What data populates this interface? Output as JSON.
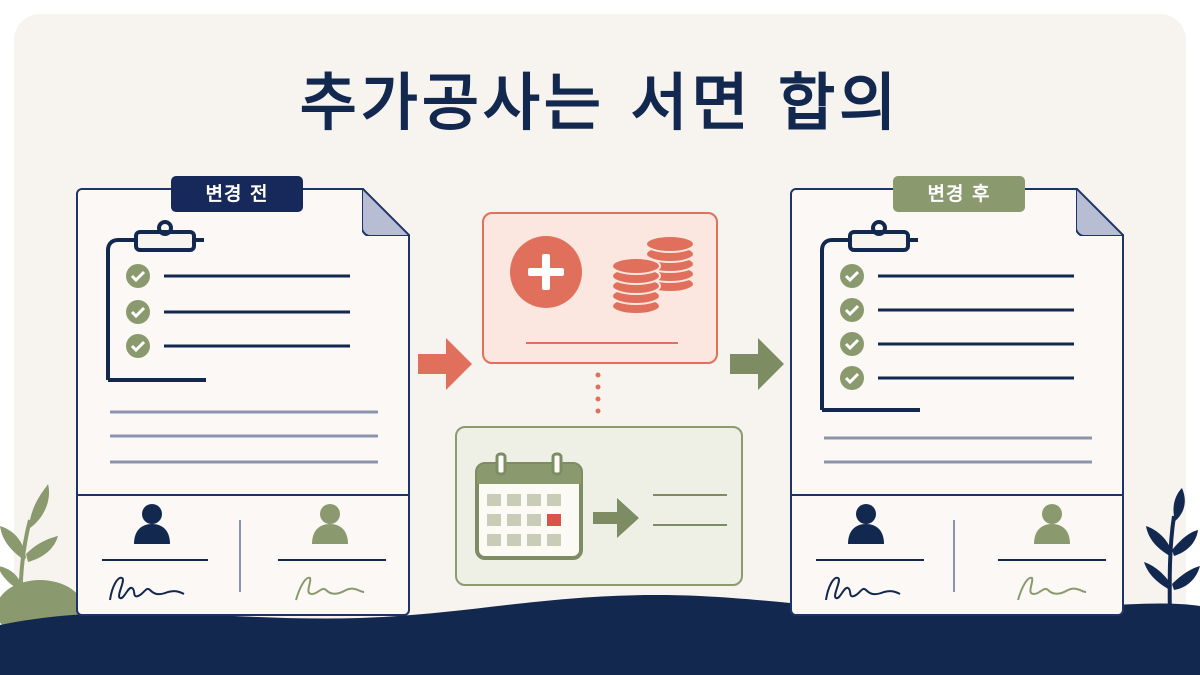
{
  "title": "추가공사는 서면 합의",
  "documents": {
    "before": {
      "tag": "변경 전"
    },
    "after": {
      "tag": "변경 후"
    }
  },
  "colors": {
    "navy": "#13284f",
    "coral": "#e0705b",
    "olive": "#8a9a6e",
    "background": "#f7f3ef"
  },
  "icons": [
    "clipboard-icon",
    "checkmark-icon",
    "folded-corner-icon",
    "person-icon",
    "signature-icon",
    "plus-icon",
    "coins-icon",
    "calendar-icon",
    "arrow-right-icon",
    "leaf-icon"
  ]
}
